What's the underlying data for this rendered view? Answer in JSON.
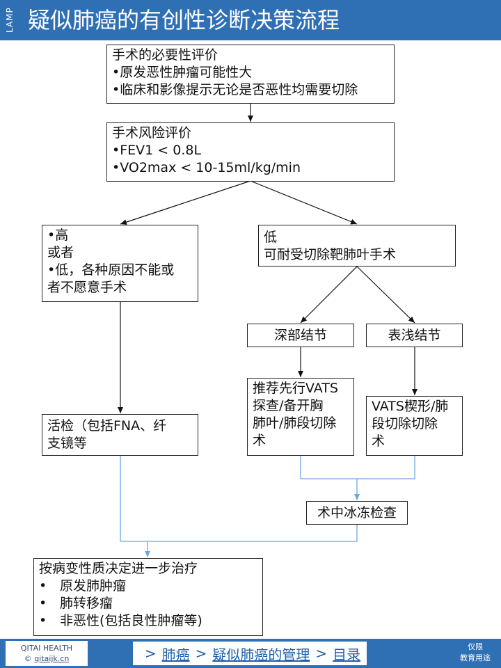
{
  "header": {
    "side_tag": "LAMP",
    "title": "疑似肺癌的有创性诊断决策流程"
  },
  "flow": {
    "necessity": {
      "lines": [
        "手术的必要性评价",
        "•原发恶性肿瘤可能性大",
        "•临床和影像提示无论是否恶性均需要切除"
      ]
    },
    "risk": {
      "lines": [
        "手术风险评价",
        "•FEV1 < 0.8L",
        "•VO2max < 10-15ml/kg/min"
      ]
    },
    "high": {
      "lines": [
        "•高",
        "或者",
        "•低，各种原因不能或",
        "者不愿意手术"
      ]
    },
    "low": {
      "lines": [
        "低",
        "可耐受切除靶肺叶手术"
      ]
    },
    "deep": {
      "label": "深部结节"
    },
    "superficial": {
      "label": "表浅结节"
    },
    "vats_explore": {
      "lines": [
        "推荐先行VATS",
        "探查/备开胸",
        "肺叶/肺段切除",
        "术"
      ]
    },
    "vats_wedge": {
      "lines": [
        "VATS楔形/肺",
        "段切除切除",
        "术"
      ]
    },
    "biopsy": {
      "lines": [
        "活检（包括FNA、纤",
        "支镜等"
      ]
    },
    "frozen": {
      "label": "术中冰冻检查"
    },
    "treatment": {
      "title": "按病变性质决定进一步治疗",
      "bullet": "•",
      "items": [
        "原发肺肿瘤",
        "肺转移瘤",
        "非恶性(包括良性肿瘤等)"
      ]
    }
  },
  "colors": {
    "header_bg": "#2f6fb4",
    "black_arrow": "#111111",
    "blue_connector": "#6fa8dc"
  },
  "footer": {
    "brand_name": "QITAI HEALTH",
    "brand_copyright": "©",
    "brand_site": "qitaijk.cn",
    "breadcrumb": {
      "sep": ">",
      "items": [
        "肺癌",
        "疑似肺癌的管理",
        "目录"
      ]
    },
    "note_line1": "仅限",
    "note_line2": "教育用途"
  }
}
